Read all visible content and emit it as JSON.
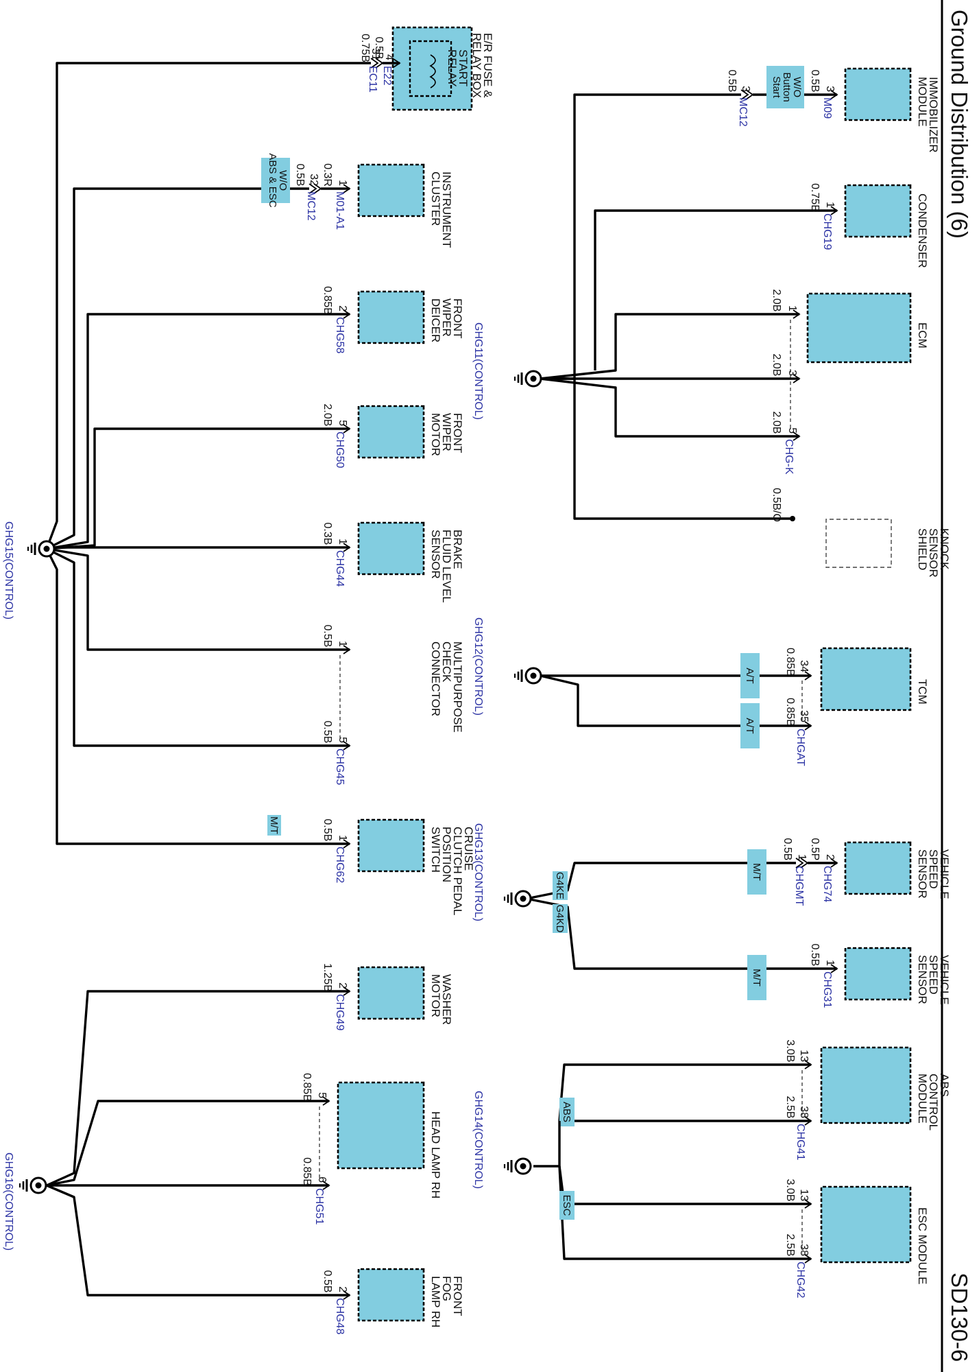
{
  "page": {
    "title": "Ground Distribution (6)",
    "code": "SD130-6"
  },
  "components": {
    "immobilizer": {
      "lines": [
        "IMMOBILIZER",
        "MODULE"
      ],
      "conn": "M09",
      "pin": "3"
    },
    "condenser": {
      "lines": [
        "CONDENSER"
      ],
      "conn": "CHG19",
      "pin": "1"
    },
    "ecm": {
      "lines": [
        "ECM"
      ],
      "conn": "CHG-K",
      "pins": [
        "1",
        "3",
        "5"
      ]
    },
    "knock": {
      "lines": [
        "KNOCK",
        "SENSOR",
        "SHIELD"
      ]
    },
    "tcm": {
      "lines": [
        "TCM"
      ],
      "conn": "CHGAT",
      "pins": [
        "34",
        "35"
      ]
    },
    "vss1": {
      "lines": [
        "VEHICLE",
        "SPEED",
        "SENSOR"
      ],
      "conn": "CHG74",
      "pin": "2"
    },
    "vss2": {
      "lines": [
        "VEHICLE",
        "SPEED",
        "SENSOR"
      ],
      "conn": "CHG31",
      "pin": "1"
    },
    "abs": {
      "lines": [
        "ABS",
        "CONTROL",
        "MODULE"
      ],
      "conn": "CHG41",
      "pins": [
        "13",
        "38"
      ]
    },
    "esc": {
      "lines": [
        "ESC MODULE"
      ],
      "conn": "CHG42",
      "pins": [
        "13",
        "38"
      ]
    },
    "er_fuse": {
      "lines": [
        "E/R FUSE &",
        "RELAY BOX"
      ],
      "inner": [
        "START",
        "RELAY"
      ],
      "conn": "E22",
      "pin": "4"
    },
    "cluster": {
      "lines": [
        "INSTRUMENT",
        "CLUSTER"
      ],
      "conn": "M01-A1",
      "pin": "1"
    },
    "deicer": {
      "lines": [
        "FRONT",
        "WIPER",
        "DEICER"
      ],
      "conn": "CHG58",
      "pin": "2"
    },
    "wiper_motor": {
      "lines": [
        "FRONT",
        "WIPER",
        "MOTOR"
      ],
      "conn": "CHG50",
      "pin": "5"
    },
    "brake_fluid": {
      "lines": [
        "BRAKE",
        "FLUID LEVEL",
        "SENSOR"
      ],
      "conn": "CHG44",
      "pin": "1"
    },
    "multipurpose": {
      "lines": [
        "MULTIPURPOSE",
        "CHECK",
        "CONNECTOR"
      ],
      "conn": "CHG45",
      "pins": [
        "1",
        "5"
      ]
    },
    "cruise": {
      "lines": [
        "CRUISE",
        "CLUTCH PEDAL",
        "POSITION",
        "SWITCH"
      ],
      "conn": "CHG62",
      "pin": "1"
    },
    "washer": {
      "lines": [
        "WASHER",
        "MOTOR"
      ],
      "conn": "CHG49",
      "pin": "2"
    },
    "headlamp": {
      "lines": [
        "HEAD LAMP RH"
      ],
      "conn": "CHG51",
      "pins": [
        "5",
        "6"
      ]
    },
    "foglamp": {
      "lines": [
        "FRONT",
        "FOG",
        "LAMP RH"
      ],
      "conn": "CHG48",
      "pin": "2"
    }
  },
  "inline_connectors": {
    "mc12_top": {
      "conn": "MC12",
      "pin": "3"
    },
    "chgmt": {
      "conn": "CHGMT",
      "pin": "1"
    },
    "ec11": {
      "conn": "EC11",
      "pin": "31"
    },
    "mc12_bottom": {
      "conn": "MC12",
      "pin": "32"
    }
  },
  "wires": {
    "immobilizer_a": "0.5B",
    "immobilizer_b": "0.5B",
    "condenser": "0.75B",
    "ecm1": "2.0B",
    "ecm3": "2.0B",
    "ecm5": "2.0B",
    "knock": "0.5B/O",
    "tcm34": "0.85B",
    "tcm35": "0.85B",
    "vss1_a": "0.5P",
    "vss1_b": "0.5B",
    "vss2": "0.5B",
    "abs13": "3.0B",
    "abs38": "2.5B",
    "esc13": "3.0B",
    "esc38": "2.5B",
    "er_a": "0.5B",
    "er_b": "0.75B",
    "cluster_a": "0.3R",
    "cluster_b": "0.5B",
    "deicer": "0.85B",
    "wiper_motor": "2.0B",
    "brake_fluid": "0.3B",
    "multi1": "0.5B",
    "multi5": "0.5B",
    "cruise": "0.5B",
    "washer": "1.25B",
    "headlamp5": "0.85B",
    "headlamp6": "0.85B",
    "foglamp": "0.5B"
  },
  "options": {
    "wo_button_start": [
      "W/O",
      "Button",
      "Start"
    ],
    "wo_abs_esc": [
      "W/O",
      "ABS & ESC"
    ],
    "at": "A/T",
    "mt": "M/T",
    "g4ke": "G4KE",
    "g4kd": "G4KD",
    "abs": "ABS",
    "esc": "ESC"
  },
  "grounds": {
    "ghg11": "GHG11(CONTROL)",
    "ghg12": "GHG12(CONTROL)",
    "ghg13": "GHG13(CONTROL)",
    "ghg14": "GHG14(CONTROL)",
    "ghg15": "GHG15(CONTROL)",
    "ghg16": "GHG16(CONTROL)"
  }
}
